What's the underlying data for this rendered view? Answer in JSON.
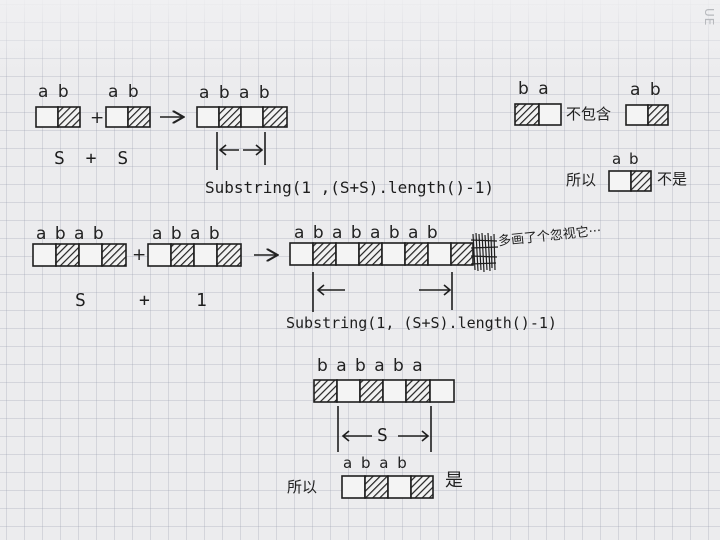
{
  "watermark": "UE",
  "row1": {
    "left_letters": "a b",
    "plus": "+",
    "right_letters": "a b",
    "result_letters": "a b a b",
    "caption_left": "S + S",
    "substring_label": "Substring(1 ,(S+S).length()-1)"
  },
  "side": {
    "ba_letters": "b a",
    "not_contain": "不包含",
    "ab_letters": "a b",
    "so_label": "所以",
    "small_letters": "a b",
    "not_label": "不是"
  },
  "row2": {
    "left_letters": "a b a b",
    "plus": "+",
    "right_letters": "a b a b",
    "result_letters": "a b a b a b a b",
    "annotation": "多画了个忽视它···",
    "caption_s": "S",
    "caption_plus": "+",
    "caption_1": "1",
    "substring_label": "Substring(1, (S+S).length()-1)"
  },
  "row3": {
    "letters": "b a b a b a",
    "range_label": "S"
  },
  "row4": {
    "so_label": "所以",
    "letters": "a b a b",
    "is_label": "是"
  }
}
